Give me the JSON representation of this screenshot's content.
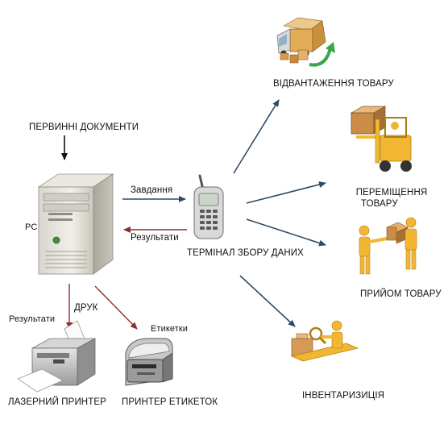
{
  "labels": {
    "primary_docs": "ПЕРВИННІ ДОКУМЕНТИ",
    "pc": "PC",
    "task": "Завдання",
    "results_to_pc": "Результати",
    "terminal": "ТЕРМІНАЛ ЗБОРУ ДАНИХ",
    "print": "ДРУК",
    "results_print": "Результати",
    "labels_arrow": "Етикетки",
    "laser_printer": "ЛАЗЕРНИЙ ПРИНТЕР",
    "label_printer": "ПРИНТЕР ЕТИКЕТОК",
    "shipping": "ВІДВАНТАЖЕННЯ ТОВАРУ",
    "moving_line1": "ПЕРЕМІЩЕННЯ",
    "moving_line2": "ТОВАРУ",
    "receiving": "ПРИЙОМ ТОВАРУ",
    "inventory": "ІНВЕНТАРИЗИЦІЯ"
  },
  "icons": {
    "pc": "pc-tower-icon",
    "terminal": "handheld-terminal-icon",
    "laser_printer": "laser-printer-icon",
    "label_printer": "label-printer-icon",
    "shipping": "delivery-truck-icon",
    "moving": "forklift-icon",
    "receiving": "handover-people-icon",
    "inventory": "inventory-worker-icon"
  },
  "colors": {
    "arrow_blue": "#2f4a66",
    "arrow_red": "#8a2f2f",
    "arrow_black": "#111111",
    "figure_yellow": "#f2b632",
    "box_brown": "#b07a3c"
  }
}
